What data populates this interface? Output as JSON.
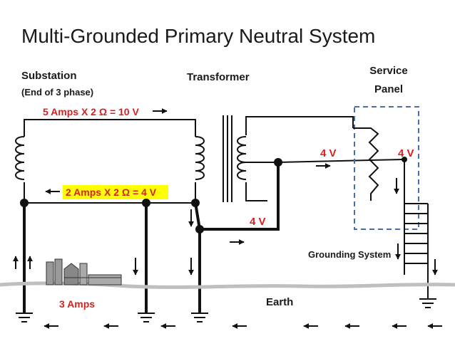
{
  "title": "Multi-Grounded Primary Neutral System",
  "labels": {
    "substation": "Substation",
    "substation_sub": "(End of 3 phase)",
    "transformer": "Transformer",
    "service_line1": "Service",
    "service_line2": "Panel",
    "earth": "Earth",
    "grounding_system": "Grounding System"
  },
  "annotations": {
    "top_current": "5 Amps X 2 Ω = 10 V",
    "neutral_current": "2 Amps X 2 Ω = 4 V",
    "earth_current": "3 Amps",
    "voltage_secondary": "4 V",
    "voltage_panel": "4 V",
    "voltage_neutral": "4 V"
  },
  "colors": {
    "voltage_text": "#d92020",
    "highlight": "#ffff00",
    "panel_border": "#4a6fa8",
    "wire": "#111111"
  }
}
